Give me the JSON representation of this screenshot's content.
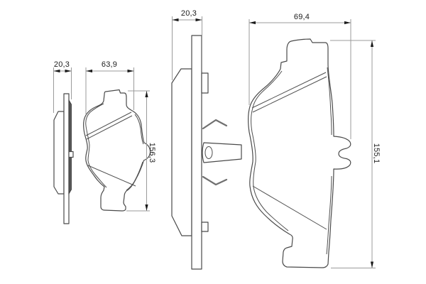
{
  "drawing": {
    "type": "technical-drawing-brake-pads",
    "dimensions": {
      "left_side_width": "20,3",
      "left_front_width": "63,9",
      "left_front_height": "156,3",
      "right_side_width": "20,3",
      "right_front_width": "69,4",
      "right_front_height": "155,1"
    },
    "colors": {
      "background": "#ffffff",
      "outline": "#4a4a4a",
      "dimension_lines": "#9b9b9b",
      "arrowheads": "#1a1a1a",
      "shim_fill": "#585858",
      "text": "#1c1c1c"
    }
  }
}
